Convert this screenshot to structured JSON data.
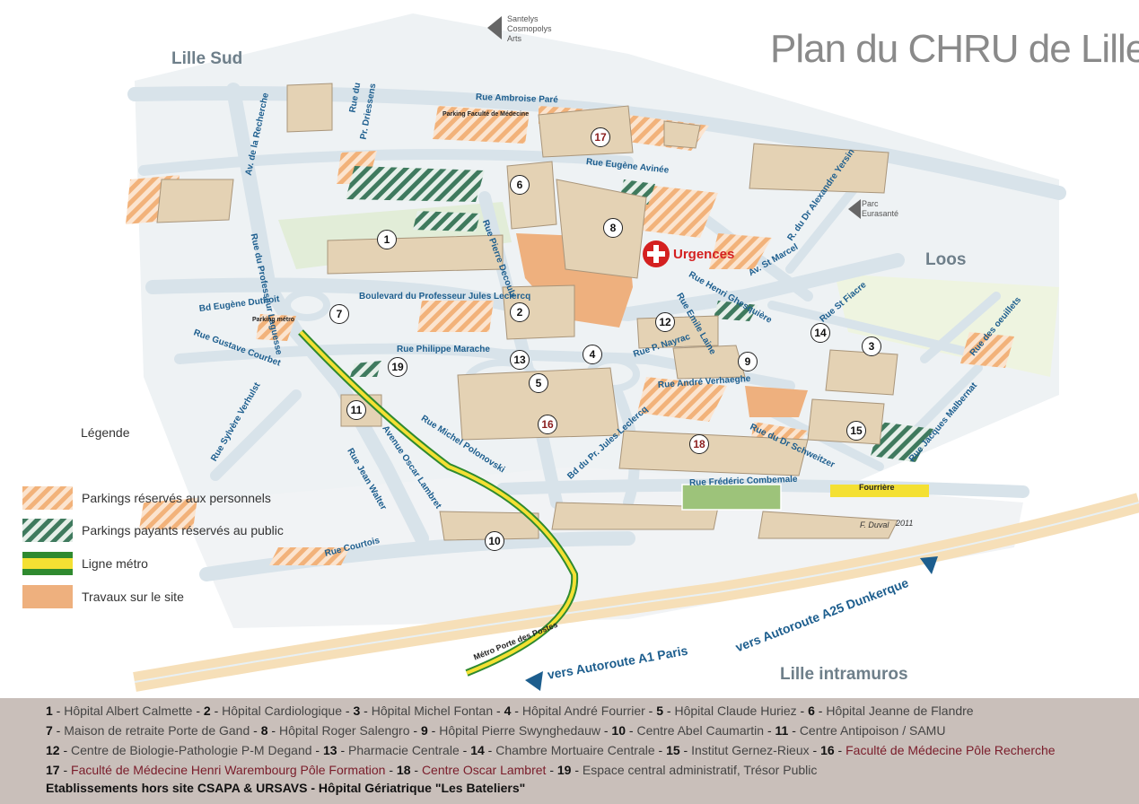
{
  "map": {
    "title": "Plan du CHRU de Lille",
    "regions": {
      "lille_sud": "Lille Sud",
      "loos": "Loos",
      "lille_intramuros": "Lille intramuros"
    },
    "directions": {
      "north_line1": "Santelys",
      "north_line2": "Cosmopolys",
      "north_line3": "Arts",
      "east_line1": "Parc",
      "east_line2": "Eurasanté"
    },
    "urgences": "Urgences",
    "streets": {
      "ambroise_pare": "Rue Ambroise Paré",
      "eugene_avinee": "Rue Eugène Avinée",
      "recherche": "Av. de la Recherche",
      "laguesse": "Rue du Professeur Laguesse",
      "driessens_1": "Rue du",
      "driessens_2": "Pr. Driessens",
      "decoulx": "Rue Pierre Decoulx",
      "leclercq": "Boulevard du Professeur Jules Leclercq",
      "duthoit": "Bd Eugène Duthoit",
      "courbet": "Rue Gustave Courbet",
      "marache": "Rue Philippe Marache",
      "polonovski": "Rue Michel Polonovski",
      "verhulst": "Rue Sylvère Verhulst",
      "lambret": "Avenue Oscar Lambret",
      "walter": "Rue Jean Walter",
      "bd_leclercq": "Bd du Pr. Jules Leclercq",
      "nayrac": "Rue P. Nayrac",
      "verhaeghe": "Rue André Verhaeghe",
      "laine": "Rue Emile Laine",
      "ghesquiere": "Rue Henri Ghesquière",
      "st_marcel": "Av. St Marcel",
      "st_fiacre": "Rue St Fiacre",
      "oeuillets": "Rue des oeuillets",
      "malbernat": "Rue Jacques Malbernat",
      "schweitzer": "Rue du Dr Schweitzer",
      "combemale": "Rue Frédéric Combemale",
      "courtois": "Rue Courtois",
      "yersin": "R. du Dr Alexandre Yersin"
    },
    "parking_label": "Parking Faculté de Médecine",
    "parking_metro": "Parking métro",
    "fourriere": "Fourrière",
    "metro_station": "Métro Porte des Postes",
    "signature": "F. Duval",
    "year": "2011",
    "highway_a1": "vers Autoroute A1 Paris",
    "highway_a25": "vers Autoroute A25 Dunkerque",
    "markers": [
      "1",
      "2",
      "3",
      "4",
      "5",
      "6",
      "7",
      "8",
      "9",
      "10",
      "11",
      "12",
      "13",
      "14",
      "15",
      "16",
      "17",
      "18",
      "19"
    ],
    "colors": {
      "road": "#d8e3ea",
      "staff_parking": "#f2b27a",
      "public_parking": "#3f7a5e",
      "metro_green": "#2f8a2f",
      "metro_yellow": "#f4e033",
      "works": "#eeb07e",
      "urgences": "#d42020",
      "footer_bg": "#c9bfba"
    }
  },
  "legend": {
    "title": "Légende",
    "items": [
      {
        "label": "Parkings réservés aux personnels",
        "icon": "hatched-orange"
      },
      {
        "label": "Parkings payants réservés au public",
        "icon": "hatched-green"
      },
      {
        "label": "Ligne métro",
        "icon": "metro-line"
      },
      {
        "label": "Travaux sur le site",
        "icon": "works-area"
      }
    ]
  },
  "footer": {
    "line1": [
      {
        "num": "1",
        "name": "Hôpital Albert Calmette"
      },
      {
        "num": "2",
        "name": "Hôpital Cardiologique"
      },
      {
        "num": "3",
        "name": "Hôpital Michel Fontan"
      },
      {
        "num": "4",
        "name": "Hôpital André Fourrier"
      },
      {
        "num": "5",
        "name": "Hôpital Claude Huriez"
      },
      {
        "num": "6",
        "name": "Hôpital Jeanne de Flandre"
      }
    ],
    "line2": [
      {
        "num": "7",
        "name": "Maison de retraite Porte de Gand"
      },
      {
        "num": "8",
        "name": "Hôpital Roger Salengro"
      },
      {
        "num": "9",
        "name": "Hôpital Pierre Swynghedauw"
      },
      {
        "num": "10",
        "name": "Centre Abel Caumartin"
      },
      {
        "num": "11",
        "name": "Centre Antipoison / SAMU"
      }
    ],
    "line3": [
      {
        "num": "12",
        "name": "Centre de Biologie-Pathologie P-M Degand"
      },
      {
        "num": "13",
        "name": "Pharmacie Centrale"
      },
      {
        "num": "14",
        "name": "Chambre Mortuaire Centrale"
      },
      {
        "num": "15",
        "name": "Institut Gernez-Rieux"
      },
      {
        "num": "16",
        "name": "Faculté de Médecine Pôle Recherche"
      }
    ],
    "line4": [
      {
        "num": "17",
        "name": "Faculté de Médecine Henri Warembourg Pôle Formation"
      },
      {
        "num": "18",
        "name": "Centre Oscar Lambret"
      },
      {
        "num": "19",
        "name": "Espace central administratif, Trésor Public"
      }
    ],
    "line5": "Etablissements hors site CSAPA & URSAVS - Hôpital Gériatrique \"Les Bateliers\""
  }
}
